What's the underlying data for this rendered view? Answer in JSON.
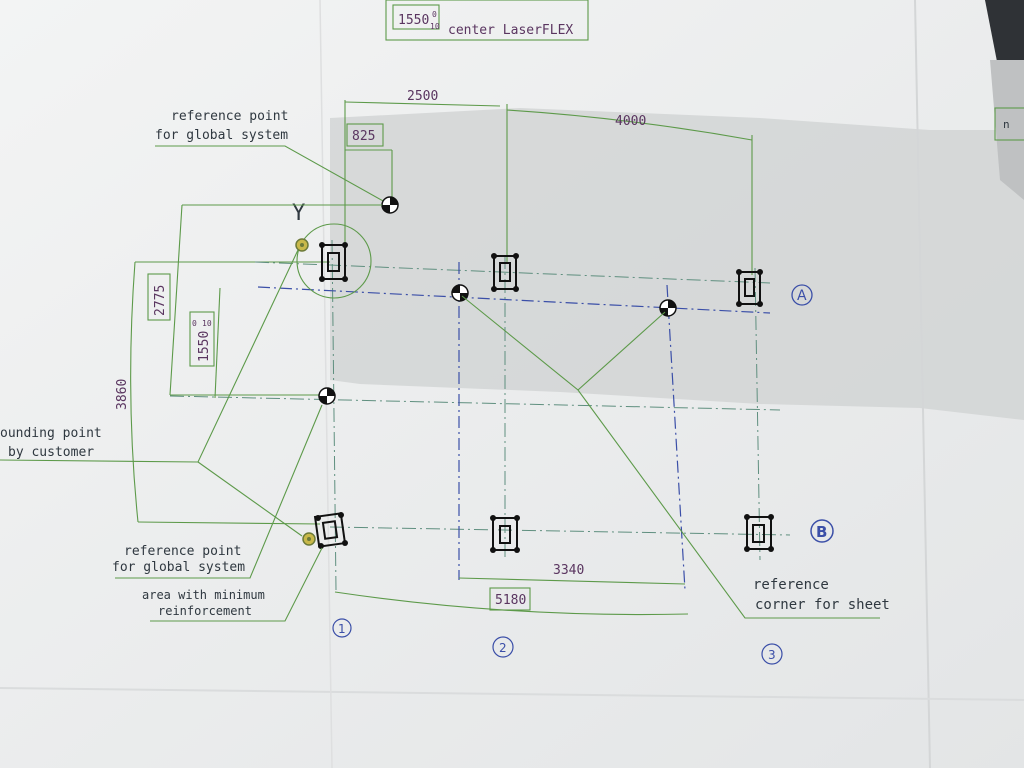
{
  "drawing": {
    "title_box": "1550",
    "title_tol_top": "0",
    "title_tol_bottom": "10",
    "title_suffix": "center LaserFLEX",
    "dims": {
      "d2500": "2500",
      "d4000": "4000",
      "d825": "825",
      "d2775": "2775",
      "d1550": "1550",
      "d1550_tol_top": "0",
      "d1550_tol_bottom": "10",
      "d3860": "3860",
      "d3340": "3340",
      "d5180": "5180"
    },
    "labels": {
      "ref_global_top_1": "reference point",
      "ref_global_top_2": "for global system",
      "y_axis": "Y",
      "grounding_1": "ounding point",
      "grounding_2": "by customer",
      "ref_global_bottom_1": "reference point",
      "ref_global_bottom_2": "for global system",
      "min_reinf_1": "area with minimum",
      "min_reinf_2": "reinforcement",
      "ref_corner_1": "reference",
      "ref_corner_2": "corner for sheet",
      "corner_box": "n"
    },
    "grid": {
      "row_a": "A",
      "row_b": "B",
      "col_1": "1",
      "col_2": "2",
      "col_3": "3"
    },
    "colors": {
      "paper": "#eeefef",
      "shadow": "#c9cbcc",
      "leader_green": "#5d9a4a",
      "dimension_text": "#5a3560",
      "grid_blue": "#3b4fa8"
    }
  }
}
